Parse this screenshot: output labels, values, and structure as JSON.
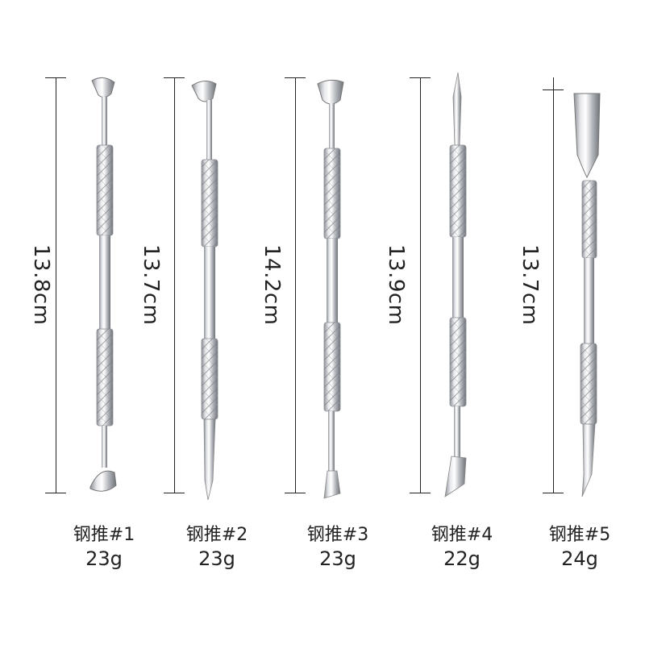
{
  "tools": [
    {
      "id": 1,
      "length": "13.8cm",
      "name": "钢推#1",
      "weight": "23g"
    },
    {
      "id": 2,
      "length": "13.7cm",
      "name": "钢推#2",
      "weight": "23g"
    },
    {
      "id": 3,
      "length": "14.2cm",
      "name": "钢推#3",
      "weight": "23g"
    },
    {
      "id": 4,
      "length": "13.9cm",
      "name": "钢推#4",
      "weight": "22g"
    },
    {
      "id": 5,
      "length": "13.7cm",
      "name": "钢推#5",
      "weight": "24g"
    }
  ]
}
